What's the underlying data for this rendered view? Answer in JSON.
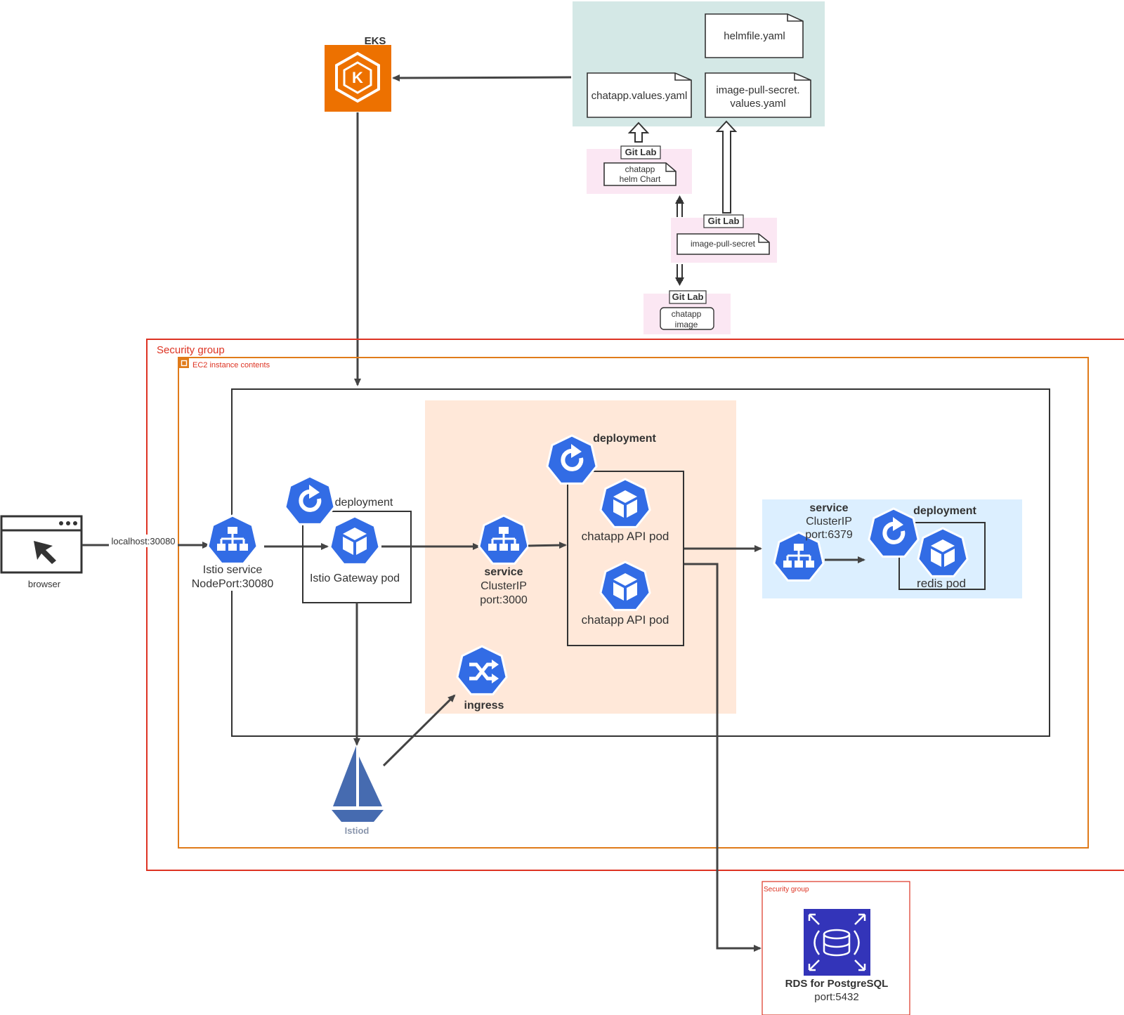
{
  "top": {
    "eks_label": "EKS",
    "files": {
      "helmfile": "helmfile.yaml",
      "chatapp_values": "chatapp.values.yaml",
      "image_pull_values_line1": "image-pull-secret.",
      "image_pull_values_line2": "values.yaml"
    },
    "gitlab_helm": {
      "tag": "Git Lab",
      "line1": "chatapp",
      "line2": "helm Chart"
    },
    "gitlab_secret": {
      "tag": "Git Lab",
      "line1": "image-pull-secret"
    },
    "gitlab_image": {
      "tag": "Git Lab",
      "line1": "chatapp",
      "line2": "image"
    }
  },
  "groups": {
    "security_group": "Security group",
    "ec2_contents": "EC2 instance contents",
    "rds_security_group": "Security group"
  },
  "browser": {
    "label": "browser",
    "edge_label": "localhost:30080"
  },
  "istio_service": {
    "line1": "Istio service",
    "line2": "NodePort:30080"
  },
  "istio_gateway": {
    "deployment_label": "deployment",
    "pod_label": "Istio Gateway pod"
  },
  "chatapp_service": {
    "title": "service",
    "line1": "ClusterIP",
    "line2": "port:3000"
  },
  "chatapp_deployment": {
    "title": "deployment",
    "pod1": "chatapp API pod",
    "pod2": "chatapp API pod"
  },
  "ingress": {
    "label": "ingress"
  },
  "istiod": {
    "label": "Istiod"
  },
  "redis": {
    "service_title": "service",
    "service_line1": "ClusterIP",
    "service_line2": "port:6379",
    "deployment_title": "deployment",
    "pod_label": "redis pod"
  },
  "rds": {
    "line1": "RDS for PostgreSQL",
    "line2": "port:5432"
  },
  "colors": {
    "kubernetes_blue": "#326ce5",
    "eks_orange": "#ed7100",
    "rds_blue": "#3334b9",
    "istio_blue": "#466bb0",
    "security_red": "#dd3322",
    "ec2_orange": "#e07b1a",
    "files_panel": "#d4e8e6",
    "gitlab_panel": "#fbe7f3",
    "namespace_peach": "#ffe8d9",
    "redis_panel": "#dcefff"
  }
}
